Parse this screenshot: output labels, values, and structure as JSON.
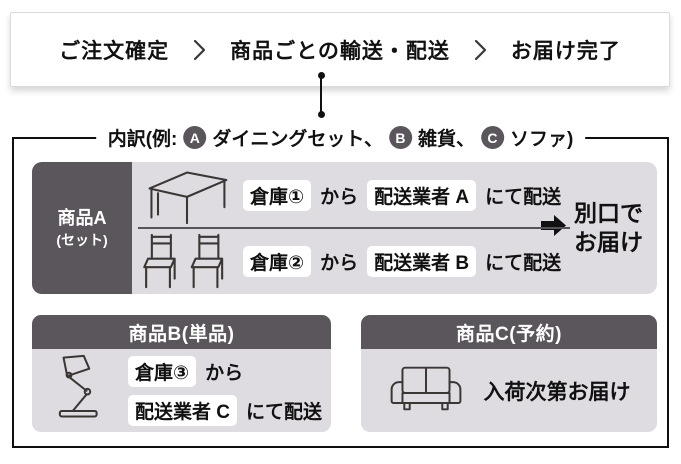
{
  "flow_bar": {
    "steps": [
      "ご注文確定",
      "商品ごとの輸送・配送",
      "お届け完了"
    ],
    "separator_icon": "chevron-right"
  },
  "breakdown": {
    "title": {
      "prefix": "内訳(例:"
    },
    "examples": [
      {
        "badge": "A",
        "label": "ダイニングセット、"
      },
      {
        "badge": "B",
        "label": "雑貨、"
      },
      {
        "badge": "C",
        "label": "ソファ)"
      }
    ],
    "panel_a": {
      "label_line1": "商品A",
      "label_line2": "(セット)",
      "rows": [
        {
          "icon": "table-icon",
          "warehouse": "倉庫①",
          "particle_from": "から",
          "carrier": "配送業者 A",
          "particle_via": "にて配送"
        },
        {
          "icon": "chairs-icon",
          "warehouse": "倉庫②",
          "particle_from": "から",
          "carrier": "配送業者 B",
          "particle_via": "にて配送"
        }
      ],
      "arrow_icon": "black-right-arrow",
      "destination": {
        "line1": "別口で",
        "line2": "お届け"
      }
    },
    "panel_b": {
      "header": "商品B(単品)",
      "icon": "desk-lamp-icon",
      "warehouse": "倉庫③",
      "particle_from": "から",
      "carrier": "配送業者 C",
      "particle_via": "にて配送"
    },
    "panel_c": {
      "header": "商品C(予約)",
      "icon": "sofa-icon",
      "note": "入荷次第お届け"
    }
  },
  "colors": {
    "dark_gray": "#5a565c",
    "panel_bg": "#dfdce1",
    "text": "#111111",
    "badge_bg": "#ffffff"
  }
}
